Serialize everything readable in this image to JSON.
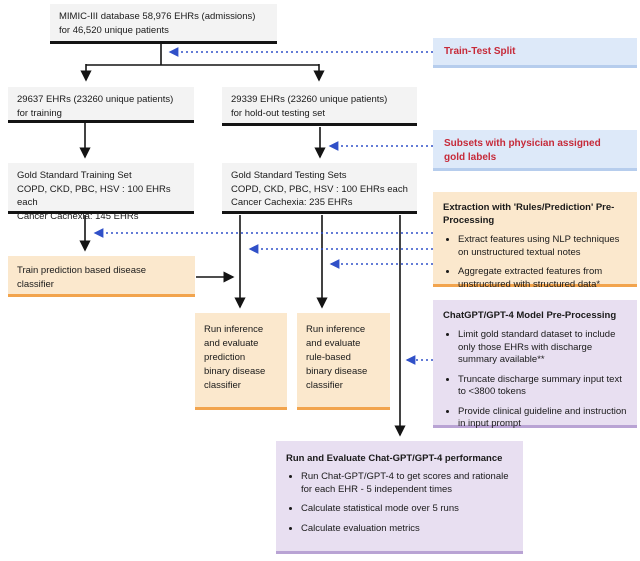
{
  "palette": {
    "node_gray_fill": "#f3f3f3",
    "node_black_border": "#141414",
    "node_peach_fill": "#fbe8cd",
    "node_orange_border": "#f2a44d",
    "label_blue_fill": "#dde9f9",
    "label_blue_border": "#b6cded",
    "node_purple_fill": "#e8dff1",
    "node_purple_border": "#b9a3d4",
    "red_text": "#c62a39",
    "dashed_arrow_blue": "#3050c8"
  },
  "nodes": {
    "mimic": {
      "text": "MIMIC-III database 58,976 EHRs (admissions)\nfor 46,520 unique patients"
    },
    "training_split": {
      "text": "29637 EHRs (23260 unique patients)\nfor training"
    },
    "testing_split": {
      "text": "29339 EHRs (23260 unique patients)\nfor hold-out testing set"
    },
    "gold_training": {
      "text": "Gold Standard Training Set\nCOPD, CKD, PBC, HSV : 100 EHRs each\nCancer Cachexia: 145 EHRs"
    },
    "gold_testing": {
      "text": "Gold Standard Testing Sets\nCOPD, CKD, PBC, HSV : 100 EHRs each\nCancer Cachexia: 235 EHRs"
    },
    "train_classifier": {
      "text": "Train prediction based disease\nclassifier"
    },
    "run_prediction": {
      "text": "Run inference\nand evaluate\nprediction\nbinary disease\nclassifier"
    },
    "run_rule_based": {
      "text": "Run inference\nand evaluate\nrule-based\nbinary disease\nclassifier"
    },
    "label_train_test_split": {
      "text": "Train-Test Split"
    },
    "label_subsets": {
      "text": "Subsets with physician assigned\ngold labels"
    },
    "extraction": {
      "title": "Extraction with 'Rules/Prediction' Pre-\nProcessing",
      "bullets": [
        "Extract features using NLP techniques on unstructured textual notes",
        "Aggregate extracted features from unstructured with structured data*"
      ]
    },
    "chatgpt_preprocessing": {
      "title": "ChatGPT/GPT-4 Model Pre-Processing",
      "bullets": [
        "Limit gold standard dataset to include only those EHRs with discharge summary available**",
        "Truncate discharge summary input text to <3800 tokens",
        "Provide clinical guideline and instruction in input prompt"
      ]
    },
    "evaluate_chatgpt": {
      "title": "Run and Evaluate Chat-GPT/GPT-4 performance",
      "bullets": [
        "Run Chat-GPT/GPT-4 to get scores and rationale for each EHR - 5 independent times",
        "Calculate statistical mode over 5 runs",
        "Calculate evaluation metrics"
      ]
    }
  }
}
